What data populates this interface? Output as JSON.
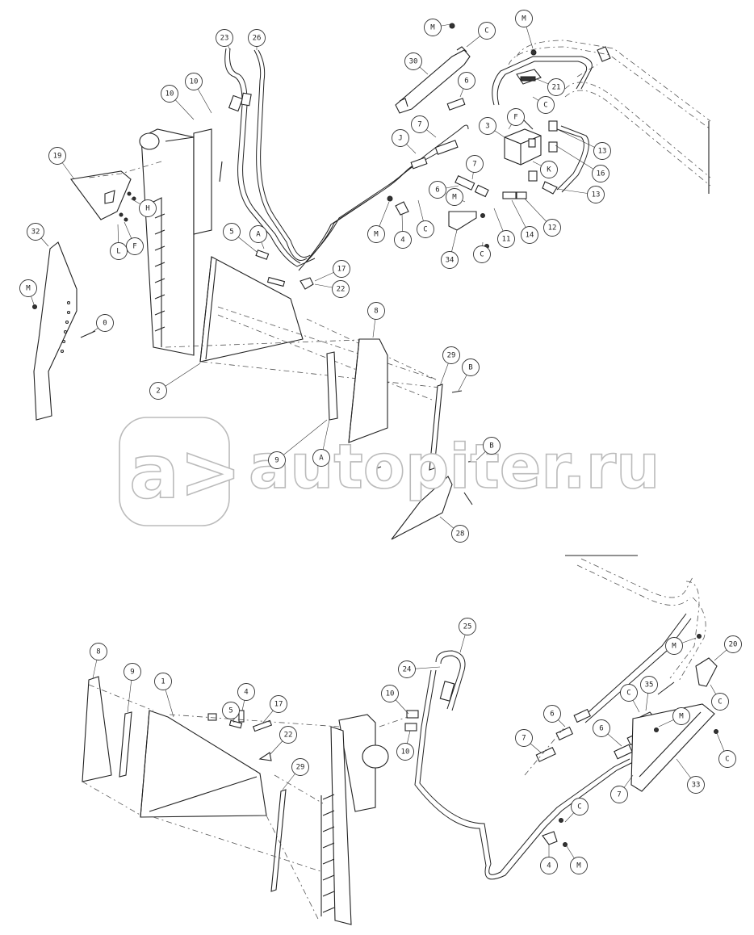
{
  "watermark": {
    "glyph": "a>",
    "text": "autopiter.ru"
  },
  "callouts": {
    "c23": "23",
    "c26": "26",
    "cM_top": "M",
    "cC_top": "C",
    "cM_topright": "M",
    "c30": "30",
    "c10a": "10",
    "c10b": "10",
    "c6_top": "6",
    "c21": "21",
    "c3": "3",
    "cC_mid": "C",
    "cF_mid": "F",
    "c7_top": "7",
    "cJ": "J",
    "c13a": "13",
    "c16": "16",
    "cK": "K",
    "c7_mid": "7",
    "c6_mid": "6",
    "c13b": "13",
    "cM_mid": "M",
    "c19": "19",
    "cH": "H",
    "cF_left": "F",
    "cL": "L",
    "cC_bracket": "C",
    "c12": "12",
    "c14": "14",
    "c11": "11",
    "cC_low": "C",
    "c4_top": "4",
    "cM_low": "M",
    "c34": "34",
    "c32": "32",
    "c5_top": "5",
    "cA_top": "A",
    "c17_top": "17",
    "c22_top": "22",
    "cM_left": "M",
    "c0": "0",
    "c8_top": "8",
    "c29_top": "29",
    "cB_a": "B",
    "c2": "2",
    "cB_b": "B",
    "c9_top": "9",
    "cA_mid": "A",
    "c28": "28",
    "c25": "25",
    "cM_br": "M",
    "c20": "20",
    "c24": "24",
    "c10c": "10",
    "c10d": "10",
    "cC_br": "C",
    "c35": "35",
    "cM_br2": "M",
    "c6_br": "6",
    "c6_br2": "6",
    "c7_br": "7",
    "c7_br2": "7",
    "cC_br2": "C",
    "c33": "33",
    "cC_br3": "C",
    "c4_br": "4",
    "cM_br3": "M",
    "cC_br4": "C",
    "c8_bot": "8",
    "c9_bot": "9",
    "c1": "1",
    "c4_bot": "4",
    "c5_bot": "5",
    "c17_bot": "17",
    "c22_bot": "22",
    "c29_bot": "29"
  }
}
